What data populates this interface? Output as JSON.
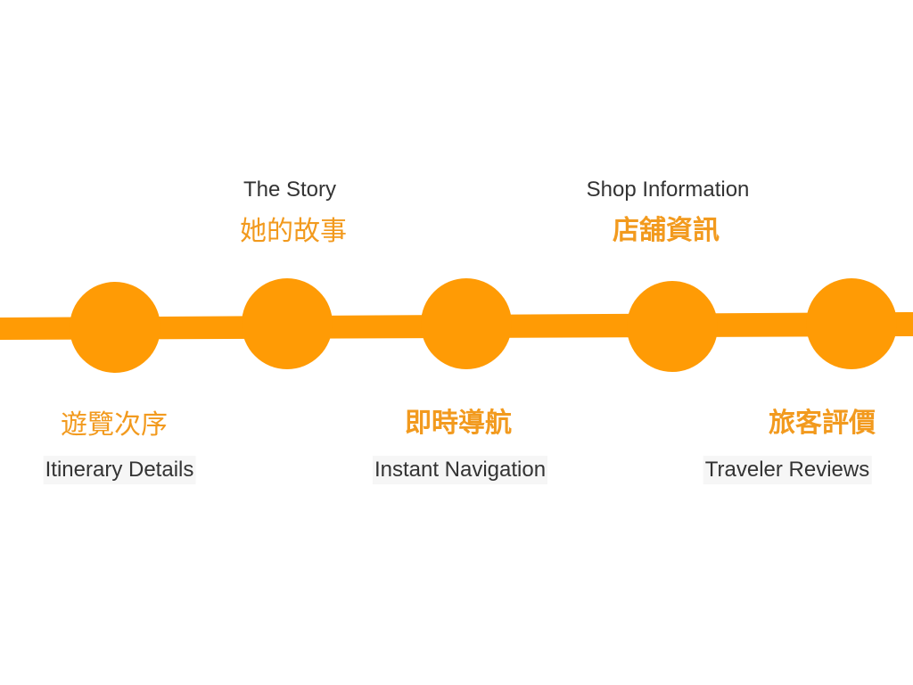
{
  "colors": {
    "accent": "#FF9B05",
    "text_dark": "#333333",
    "text_accent": "#F29A1E",
    "label_bg": "#F6F6F6"
  },
  "steps": [
    {
      "en": "Itinerary Details",
      "zh": "遊覽次序"
    },
    {
      "en": "The Story",
      "zh": "她的故事"
    },
    {
      "en": "Instant Navigation",
      "zh": "即時導航"
    },
    {
      "en": "Shop Information",
      "zh": "店舖資訊"
    },
    {
      "en": "Traveler Reviews",
      "zh": "旅客評價"
    }
  ]
}
